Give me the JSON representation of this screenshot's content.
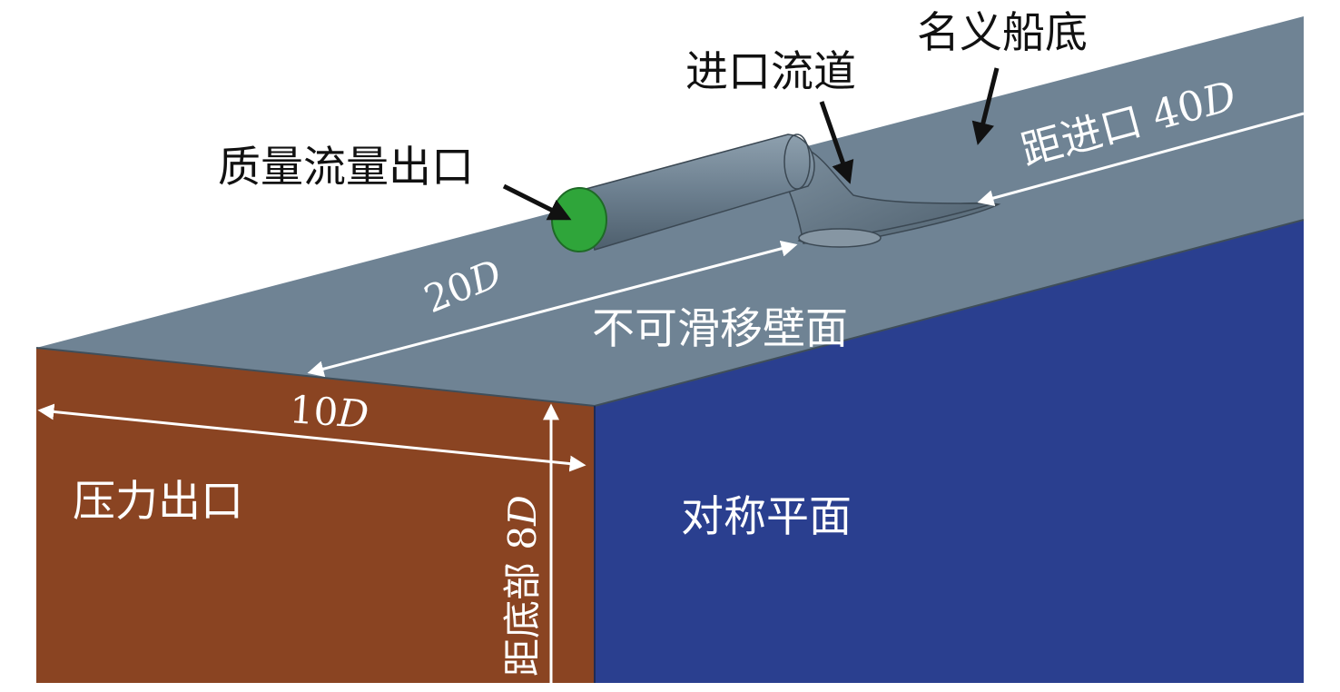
{
  "colors": {
    "top_surface": "#6f8394",
    "symmetry_plane": "#2a3f8f",
    "pressure_outlet": "#8a4422",
    "mass_flow_outlet": "#2fa53a",
    "duct": "#6c7f8f",
    "arrow_black": "#111111",
    "arrow_white": "#ffffff"
  },
  "labels": {
    "mass_flow_outlet": "质量流量出口",
    "inlet_duct": "进口流道",
    "nominal_hull_bottom": "名义船底",
    "distance_from_inlet": "距进口 40",
    "distance_from_inlet_D": "D",
    "no_slip_wall": "不可滑移壁面",
    "pressure_outlet": "压力出口",
    "symmetry_plane": "对称平面",
    "distance_from_bottom": "距底部 8",
    "distance_from_bottom_D": "D",
    "dim_20": "20",
    "dim_20_D": "D",
    "dim_10": "10",
    "dim_10_D": "D"
  }
}
